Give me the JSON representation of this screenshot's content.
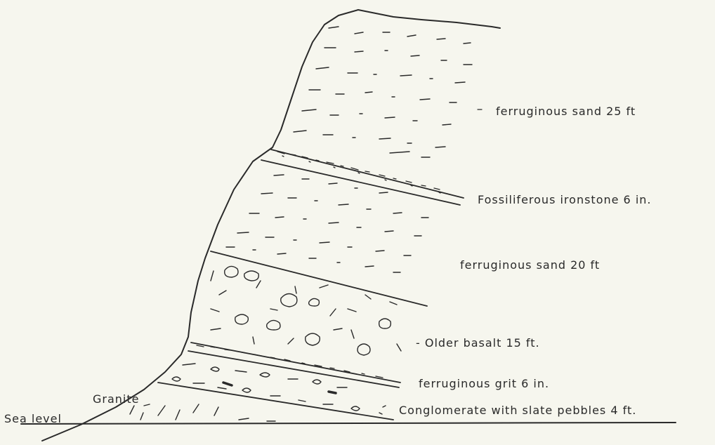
{
  "diagram": {
    "labels": {
      "sand_upper": "ferruginous sand 25 ft",
      "ironstone": "Fossiliferous ironstone 6 in.",
      "sand_lower": "ferruginous sand 20 ft",
      "basalt": "- Older basalt 15 ft.",
      "grit": "ferruginous grit 6 in.",
      "conglomerate": "Conglomerate with slate pebbles 4 ft.",
      "granite": "Granite",
      "sea_level": "Sea level"
    },
    "colors": {
      "paper": "#f6f6ee",
      "ink": "#2a2a2a"
    }
  }
}
